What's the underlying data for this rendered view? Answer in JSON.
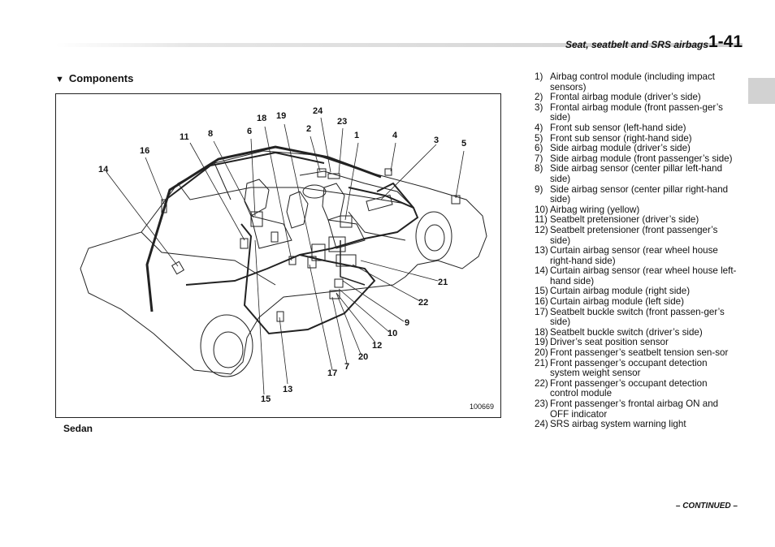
{
  "header": {
    "section_title": "Seat, seatbelt and SRS airbags",
    "page_number": "1-41"
  },
  "content": {
    "heading_marker": "▼",
    "heading": "Components",
    "figure_caption": "Sedan",
    "figure_id": "100669",
    "continued": "– CONTINUED –"
  },
  "callouts": [
    "14",
    "16",
    "11",
    "8",
    "6",
    "18",
    "19",
    "24",
    "2",
    "23",
    "1",
    "4",
    "3",
    "5",
    "21",
    "22",
    "9",
    "10",
    "12",
    "20",
    "7",
    "17",
    "13",
    "15"
  ],
  "components": [
    {
      "num": "1)",
      "label": "Airbag control module (including impact sensors)"
    },
    {
      "num": "2)",
      "label": "Frontal airbag module (driver’s side)"
    },
    {
      "num": "3)",
      "label": "Frontal airbag module (front passen-ger’s side)"
    },
    {
      "num": "4)",
      "label": "Front sub sensor (left-hand side)"
    },
    {
      "num": "5)",
      "label": "Front sub sensor (right-hand side)"
    },
    {
      "num": "6)",
      "label": "Side airbag module (driver’s side)"
    },
    {
      "num": "7)",
      "label": "Side airbag module (front passenger’s side)"
    },
    {
      "num": "8)",
      "label": "Side airbag sensor (center pillar left-hand side)"
    },
    {
      "num": "9)",
      "label": "Side airbag sensor (center pillar right-hand side)"
    },
    {
      "num": "10)",
      "label": "Airbag wiring (yellow)"
    },
    {
      "num": "11)",
      "label": "Seatbelt pretensioner (driver’s side)"
    },
    {
      "num": "12)",
      "label": "Seatbelt pretensioner (front passenger’s side)"
    },
    {
      "num": "13)",
      "label": "Curtain airbag sensor (rear wheel house right-hand side)"
    },
    {
      "num": "14)",
      "label": "Curtain airbag sensor (rear wheel house left-hand side)"
    },
    {
      "num": "15)",
      "label": "Curtain airbag module (right side)"
    },
    {
      "num": "16)",
      "label": "Curtain airbag module (left side)"
    },
    {
      "num": "17)",
      "label": "Seatbelt buckle switch (front passen-ger’s side)"
    },
    {
      "num": "18)",
      "label": "Seatbelt buckle switch (driver’s side)"
    },
    {
      "num": "19)",
      "label": "Driver’s seat position sensor"
    },
    {
      "num": "20)",
      "label": "Front passenger’s seatbelt tension sen-sor"
    },
    {
      "num": "21)",
      "label": "Front passenger’s occupant detection system weight sensor"
    },
    {
      "num": "22)",
      "label": "Front passenger’s occupant detection control module"
    },
    {
      "num": "23)",
      "label": "Front passenger’s frontal airbag ON and OFF indicator"
    },
    {
      "num": "24)",
      "label": "SRS airbag system warning light"
    }
  ]
}
